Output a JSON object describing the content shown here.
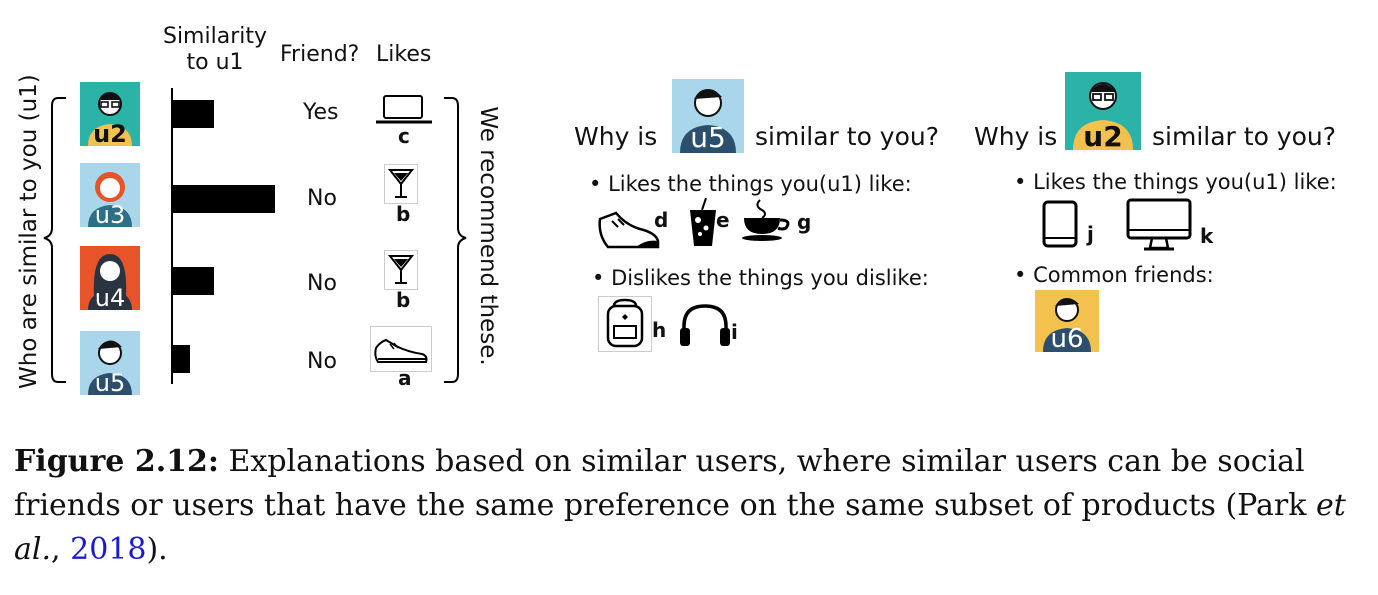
{
  "left_panel": {
    "vertical_label": "Who are similar to you (u1)",
    "header_similarity": "Similarity",
    "header_to_u1": "to u1",
    "header_friend": "Friend?",
    "header_likes": "Likes",
    "right_vertical_label": "We recommend these.",
    "rows": [
      {
        "user": "u2",
        "similarity": 0.4,
        "friend": "Yes",
        "item_letter": "c",
        "item_icon": "laptop-icon"
      },
      {
        "user": "u3",
        "similarity": 1.0,
        "friend": "No",
        "item_letter": "b",
        "item_icon": "cocktail-icon"
      },
      {
        "user": "u4",
        "similarity": 0.4,
        "friend": "No",
        "item_letter": "b",
        "item_icon": "cocktail-icon"
      },
      {
        "user": "u5",
        "similarity": 0.17,
        "friend": "No",
        "item_letter": "a",
        "item_icon": "sneaker-icon"
      }
    ]
  },
  "middle_panel": {
    "why_prefix": "Why is",
    "user": "u5",
    "why_suffix": "similar to you?",
    "likes_bullet": "Likes the things you(u1) like:",
    "likes_items": [
      {
        "letter": "d",
        "icon": "shoe-icon"
      },
      {
        "letter": "e",
        "icon": "drink-cup-icon"
      },
      {
        "letter": "g",
        "icon": "coffee-cup-icon"
      }
    ],
    "dislikes_bullet": "Dislikes the things you dislike:",
    "dislikes_items": [
      {
        "letter": "h",
        "icon": "backpack-icon"
      },
      {
        "letter": "i",
        "icon": "headphones-icon"
      }
    ]
  },
  "right_panel": {
    "why_prefix": "Why is",
    "user": "u2",
    "why_suffix": "similar to you?",
    "likes_bullet": "Likes the things you(u1) like:",
    "likes_items": [
      {
        "letter": "j",
        "icon": "tablet-icon"
      },
      {
        "letter": "k",
        "icon": "monitor-icon"
      }
    ],
    "friends_bullet": "Common friends:",
    "friend_user": "u6"
  },
  "caption": {
    "label": "Figure 2.12:",
    "text": " Explanations based on similar users, where similar users can be social friends or users that have the same preference on the same subset of products (Park ",
    "etal": "et al.",
    "comma": ", ",
    "year": "2018",
    "close": ")."
  },
  "colors": {
    "u2_bg": "#f2c14e",
    "u3_bg": "#4aa3c0",
    "u4_bg": "#e8542a",
    "u5_bg": "#a9d6ea",
    "u6_bg": "#f2c14e",
    "u2_header_bg": "#2bb3a7",
    "citation": "#1a1ad6"
  }
}
